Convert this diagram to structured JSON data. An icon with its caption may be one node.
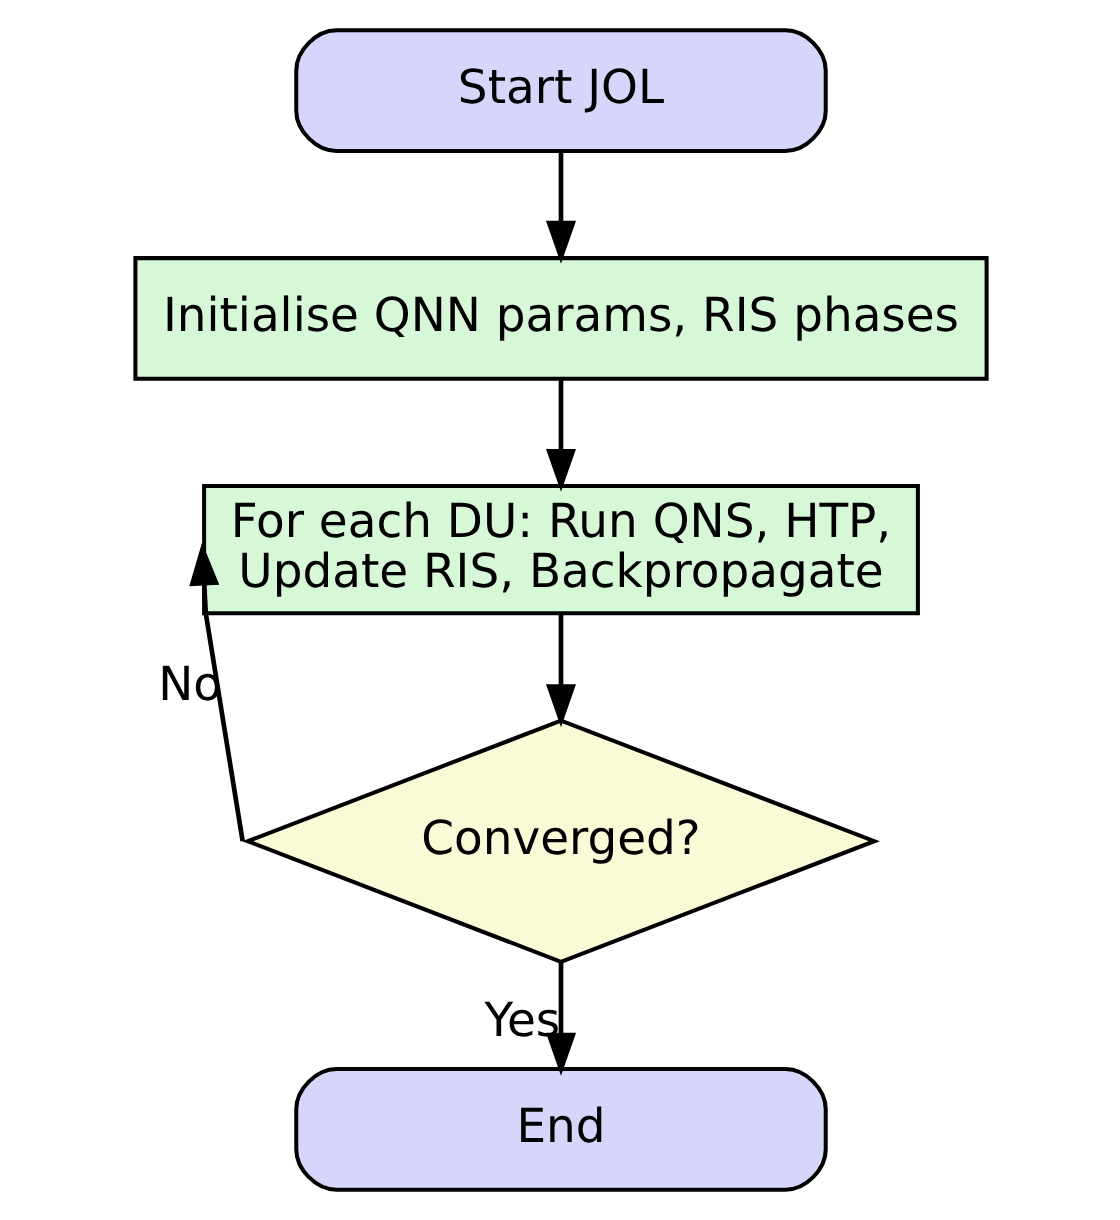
{
  "diagram": {
    "nodes": [
      {
        "text": [
          "Start JOL"
        ]
      },
      {
        "text": [
          "Initialise QNN params, RIS phases"
        ]
      },
      {
        "text": [
          "For each DU: Run QNS, HTP, Update RIS, Backpropagate"
        ]
      },
      {
        "text": [
          "Converged?"
        ]
      },
      {
        "text": [
          "End"
        ]
      }
    ],
    "edges": [
      {
        "from": 0,
        "to": 1,
        "arrow": "to"
      },
      {
        "from": 1,
        "to": 2,
        "arrow": "to"
      },
      {
        "from": 2,
        "to": 3,
        "arrow": "to"
      },
      {
        "from": 3,
        "to": 2,
        "arrow": "to",
        "label": "No"
      },
      {
        "from": 3,
        "to": 4,
        "arrow": "to",
        "label": "Yes"
      }
    ]
  }
}
